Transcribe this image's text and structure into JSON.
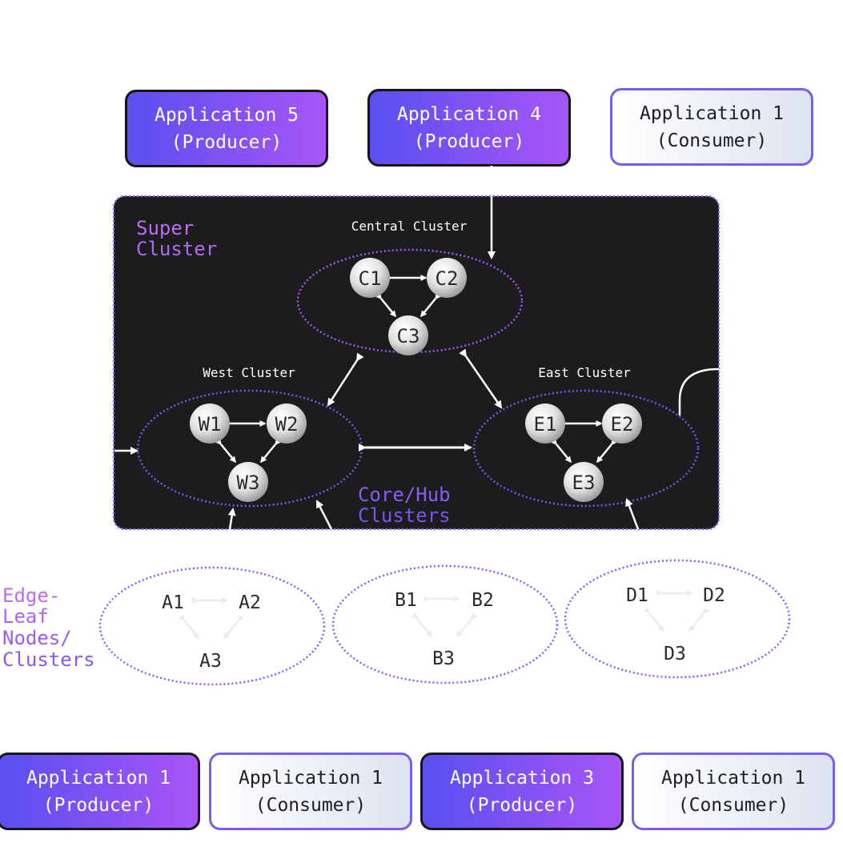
{
  "top_apps": [
    {
      "name": "Application 5",
      "role": "(Producer)",
      "kind": "producer"
    },
    {
      "name": "Application 4",
      "role": "(Producer)",
      "kind": "producer"
    },
    {
      "name": "Application 1",
      "role": "(Consumer)",
      "kind": "consumer"
    }
  ],
  "bottom_apps": [
    {
      "name": "Application 1",
      "role": "(Producer)",
      "kind": "producer"
    },
    {
      "name": "Application 1",
      "role": "(Consumer)",
      "kind": "consumer"
    },
    {
      "name": "Application 3",
      "role": "(Producer)",
      "kind": "producer"
    },
    {
      "name": "Application 1",
      "role": "(Consumer)",
      "kind": "consumer"
    }
  ],
  "super_cluster": {
    "label_line1": "Super",
    "label_line2": "Cluster",
    "core_label_line1": "Core/Hub",
    "core_label_line2": "Clusters"
  },
  "clusters": {
    "central": {
      "title": "Central Cluster",
      "nodes": [
        "C1",
        "C2",
        "C3"
      ]
    },
    "west": {
      "title": "West Cluster",
      "nodes": [
        "W1",
        "W2",
        "W3"
      ]
    },
    "east": {
      "title": "East Cluster",
      "nodes": [
        "E1",
        "E2",
        "E3"
      ]
    }
  },
  "edge": {
    "label_lines": [
      "Edge-",
      "Leaf",
      "Nodes/",
      "Clusters"
    ],
    "groups": [
      {
        "nodes": [
          "A1",
          "A2",
          "A3"
        ]
      },
      {
        "nodes": [
          "B1",
          "B2",
          "B3"
        ]
      },
      {
        "nodes": [
          "D1",
          "D2",
          "D3"
        ]
      }
    ]
  },
  "colors": {
    "panel": "#1c1c1e",
    "accent_purple": "#8b5cf6",
    "label_pink": "#c06af0",
    "label_indigo": "#7a55ee",
    "producer_start": "#5a4ff0",
    "producer_end": "#a855f7"
  }
}
